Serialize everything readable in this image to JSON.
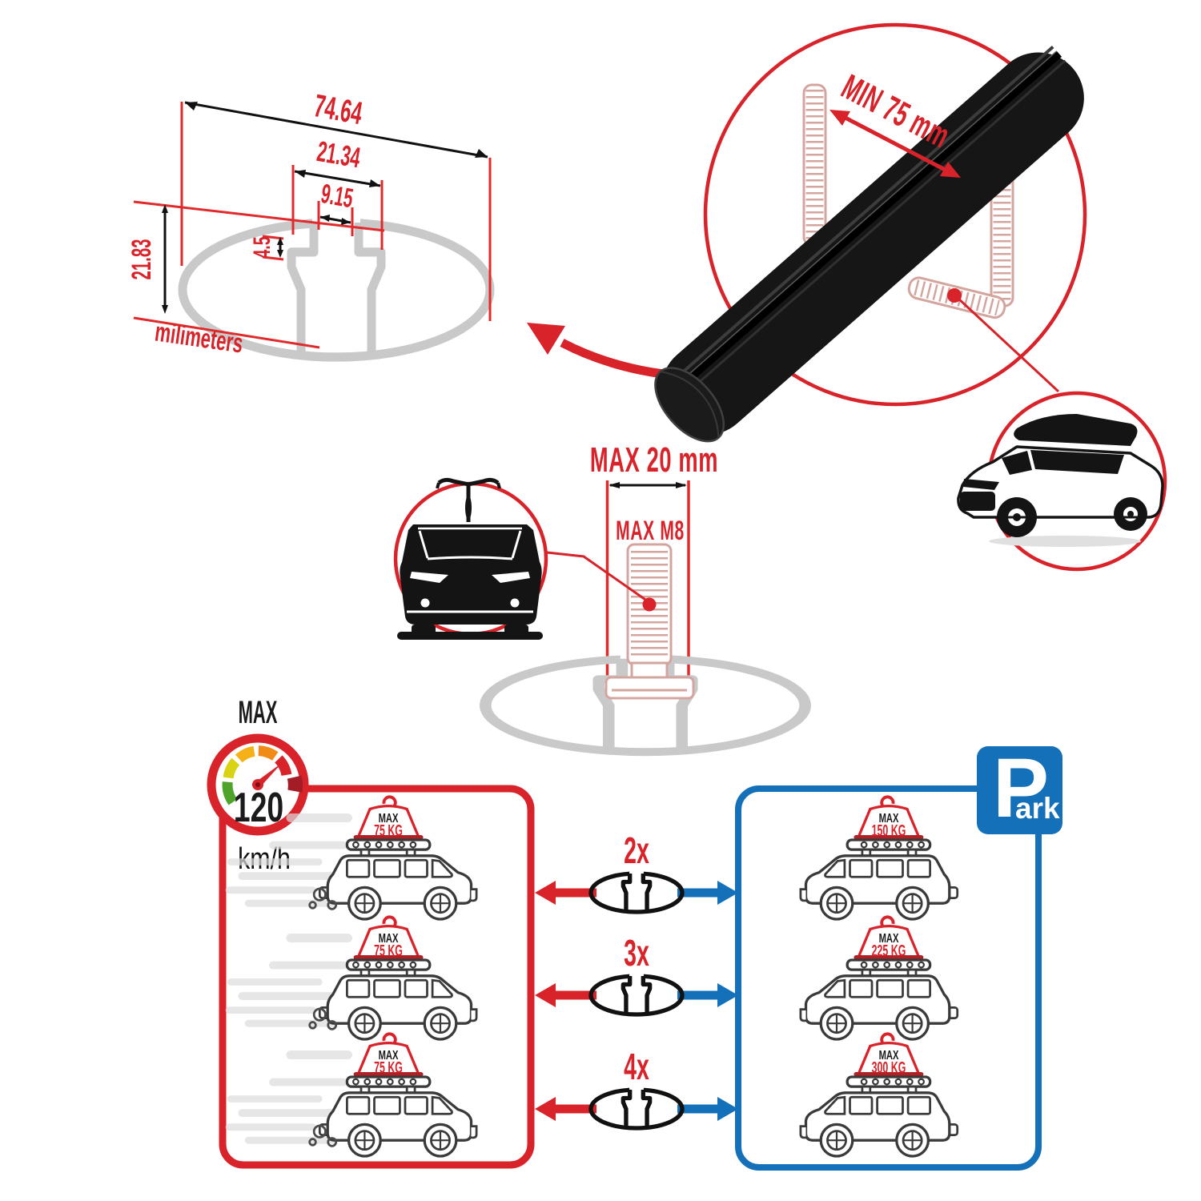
{
  "colors": {
    "red": "#d8232a",
    "dark_red": "#a31c26",
    "blue": "#1470b8",
    "ghost_gray": "#c9c9c9",
    "ghost_pink": "#d4a59f",
    "ink": "#141414"
  },
  "technical_drawing": {
    "total_width": "74.64",
    "cavity_width": "21.34",
    "slot_width": "9.15",
    "lip_depth": "4.5",
    "total_height": "21.83",
    "units_label": "milimeters"
  },
  "crossbar_detail": {
    "min_clamp_label": "MIN 75 mm"
  },
  "tbolt_detail": {
    "max_width_label": "MAX 20 mm",
    "max_thread_label": "MAX M8"
  },
  "speed_limit": {
    "label": "MAX",
    "value": "120",
    "unit": "km/h"
  },
  "park_sign": {
    "initial": "P",
    "rest": "ark"
  },
  "load_rows": [
    {
      "multiplier": "2x",
      "driving_label": "MAX",
      "driving_weight": "75 KG",
      "parked_label": "MAX",
      "parked_weight": "150 KG"
    },
    {
      "multiplier": "3x",
      "driving_label": "MAX",
      "driving_weight": "75 KG",
      "parked_label": "MAX",
      "parked_weight": "225 KG"
    },
    {
      "multiplier": "4x",
      "driving_label": "MAX",
      "driving_weight": "75 KG",
      "parked_label": "MAX",
      "parked_weight": "300 KG"
    }
  ]
}
